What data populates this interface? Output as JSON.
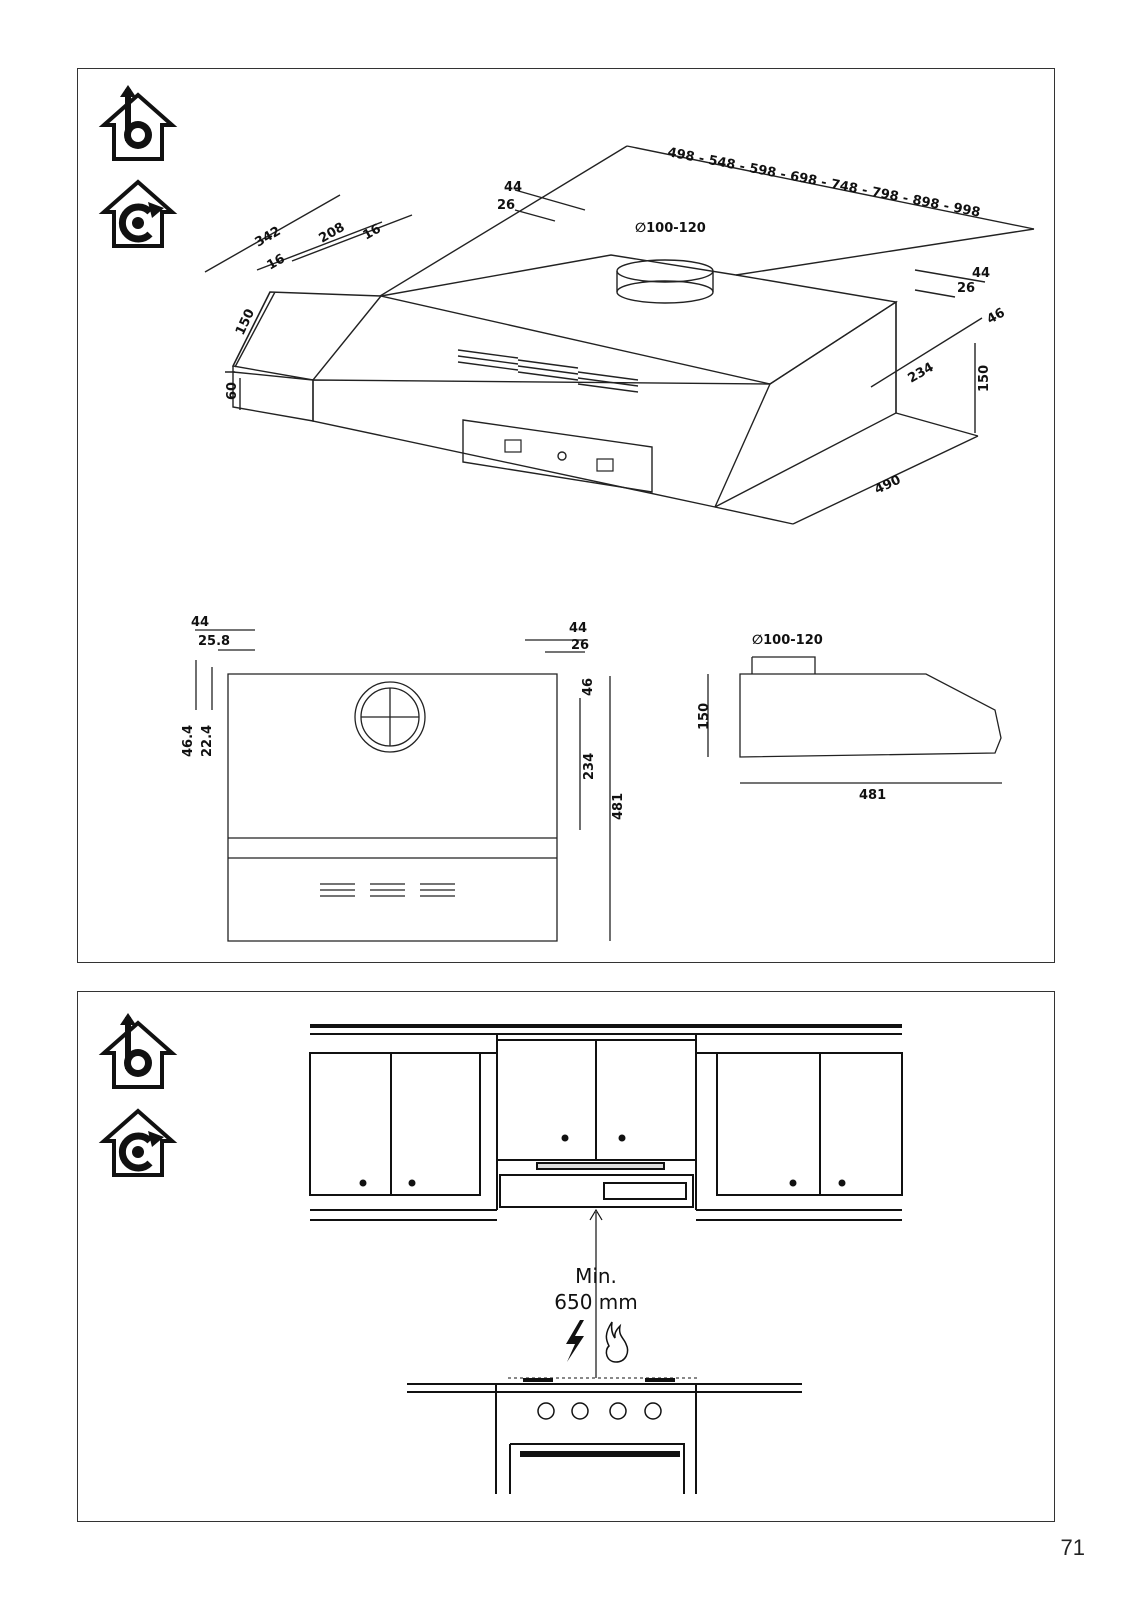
{
  "page_number": "71",
  "icons": [
    "ducted-extraction-icon",
    "recirculation-icon"
  ],
  "top_view": {
    "width_options": "498 - 548 - 598 - 698 - 748 - 798 - 898 - 998",
    "duct_diameter": "∅100-120",
    "dim_342": "342",
    "dim_208": "208",
    "dim_16a": "16",
    "dim_16b": "16",
    "dim_44a": "44",
    "dim_26a": "26",
    "dim_44b": "44",
    "dim_26b": "26",
    "dim_46": "46",
    "dim_150a": "150",
    "dim_60": "60",
    "dim_234": "234",
    "dim_150b": "150",
    "dim_490": "490"
  },
  "plan_view": {
    "dim_44a": "44",
    "dim_25_8": "25.8",
    "dim_46_4": "46.4",
    "dim_22_4": "22.4",
    "dim_44b": "44",
    "dim_26": "26",
    "dim_46": "46",
    "dim_234": "234",
    "dim_481": "481"
  },
  "side_view": {
    "duct_diameter": "∅100-120",
    "dim_150": "150",
    "dim_481": "481"
  },
  "installation": {
    "min_label": "Min.",
    "distance_label": "650 mm"
  }
}
